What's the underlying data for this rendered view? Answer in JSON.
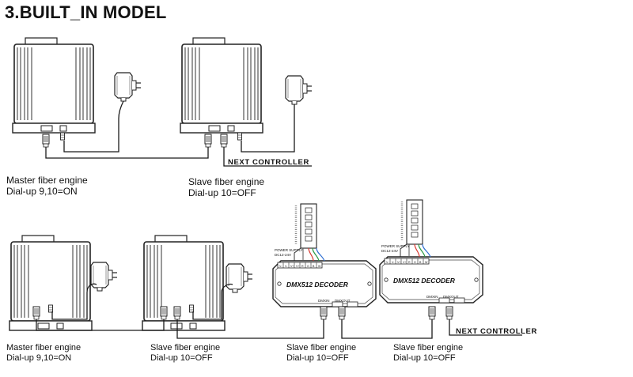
{
  "title": "3.BUILT_IN MODEL",
  "top_row": {
    "master": {
      "name": "Master fiber engine",
      "dial": "Dial-up  9,10=ON"
    },
    "slave": {
      "name": "Slave fiber engine",
      "dial": "Dial-up  10=OFF"
    },
    "next_controller": "NEXT CONTROLLER"
  },
  "bottom_row": {
    "master": {
      "name": "Master fiber engine",
      "dial": "Dial-up  9,10=ON"
    },
    "slave_1": {
      "name": "Slave fiber engine",
      "dial": "Dial-up  10=OFF"
    },
    "slave_2": {
      "name": "Slave fiber engine",
      "dial": "Dial-up  10=OFF"
    },
    "slave_3": {
      "name": "Slave fiber engine",
      "dial": "Dial-up  10=OFF"
    },
    "next_controller": "NEXT CONTROLLER"
  },
  "decoder": {
    "label": "DMX512 DECODER",
    "power_supply": "POWER SUPPLY",
    "voltage": "DC12-24V",
    "port_in": "DMXIN",
    "port_out": "DMXOUT",
    "terminals": [
      "V-",
      "V-",
      "V+",
      "V+",
      "R",
      "G",
      "B",
      "W"
    ]
  },
  "colors": {
    "line": "#1a1a1a",
    "red_wire": "#d9342b",
    "green_wire": "#2e9b45",
    "blue_wire": "#2f6fd1",
    "fiber": "#7a7a7a"
  }
}
